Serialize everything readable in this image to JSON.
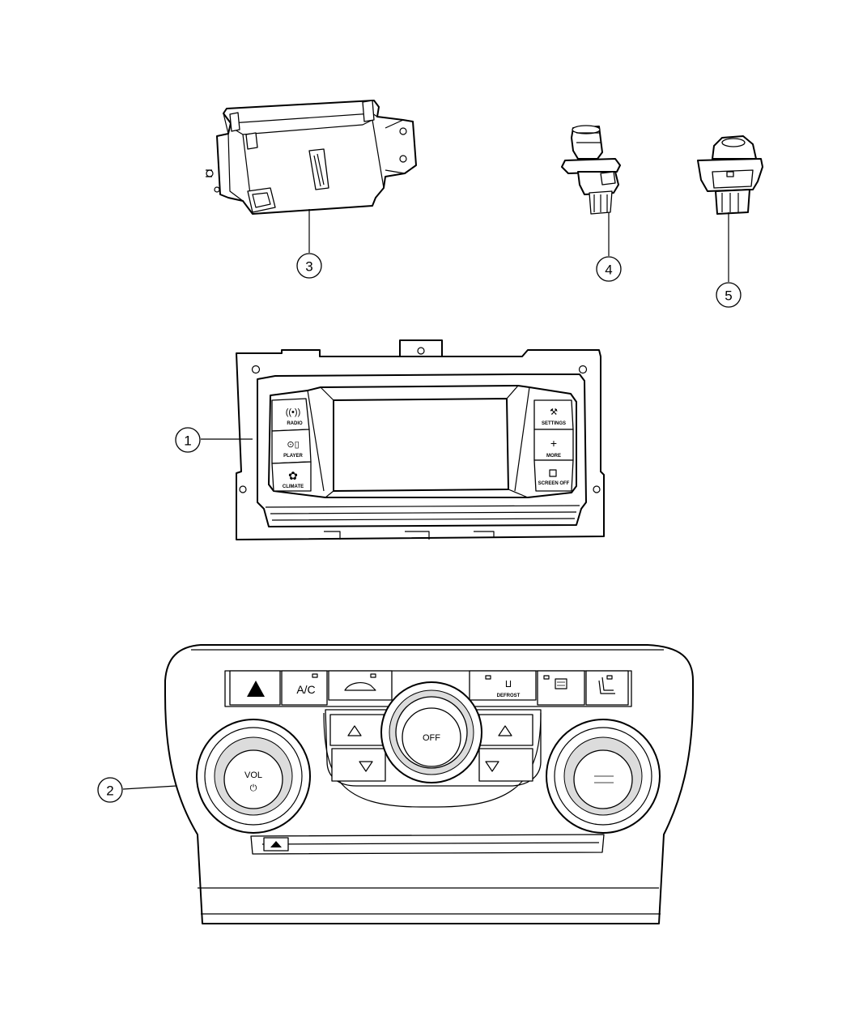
{
  "callouts": [
    {
      "number": "1",
      "part": "display"
    },
    {
      "number": "2",
      "part": "control-panel"
    },
    {
      "number": "3",
      "part": "module"
    },
    {
      "number": "4",
      "part": "sensor"
    },
    {
      "number": "5",
      "part": "switch"
    }
  ],
  "display_buttons": {
    "left": [
      "RADIO",
      "PLAYER",
      "CLIMATE"
    ],
    "right": [
      "SETTINGS",
      "MORE",
      "SCREEN OFF"
    ]
  },
  "panel_labels": {
    "ac": "A/C",
    "fan": "OFF",
    "vol": "VOL",
    "front_defrost": "DEFROST"
  },
  "icons": [
    "hazard-icon",
    "recirculation-icon",
    "front-defrost-icon",
    "rear-defrost-icon",
    "heated-seat-icon",
    "power-icon",
    "eject-icon"
  ]
}
